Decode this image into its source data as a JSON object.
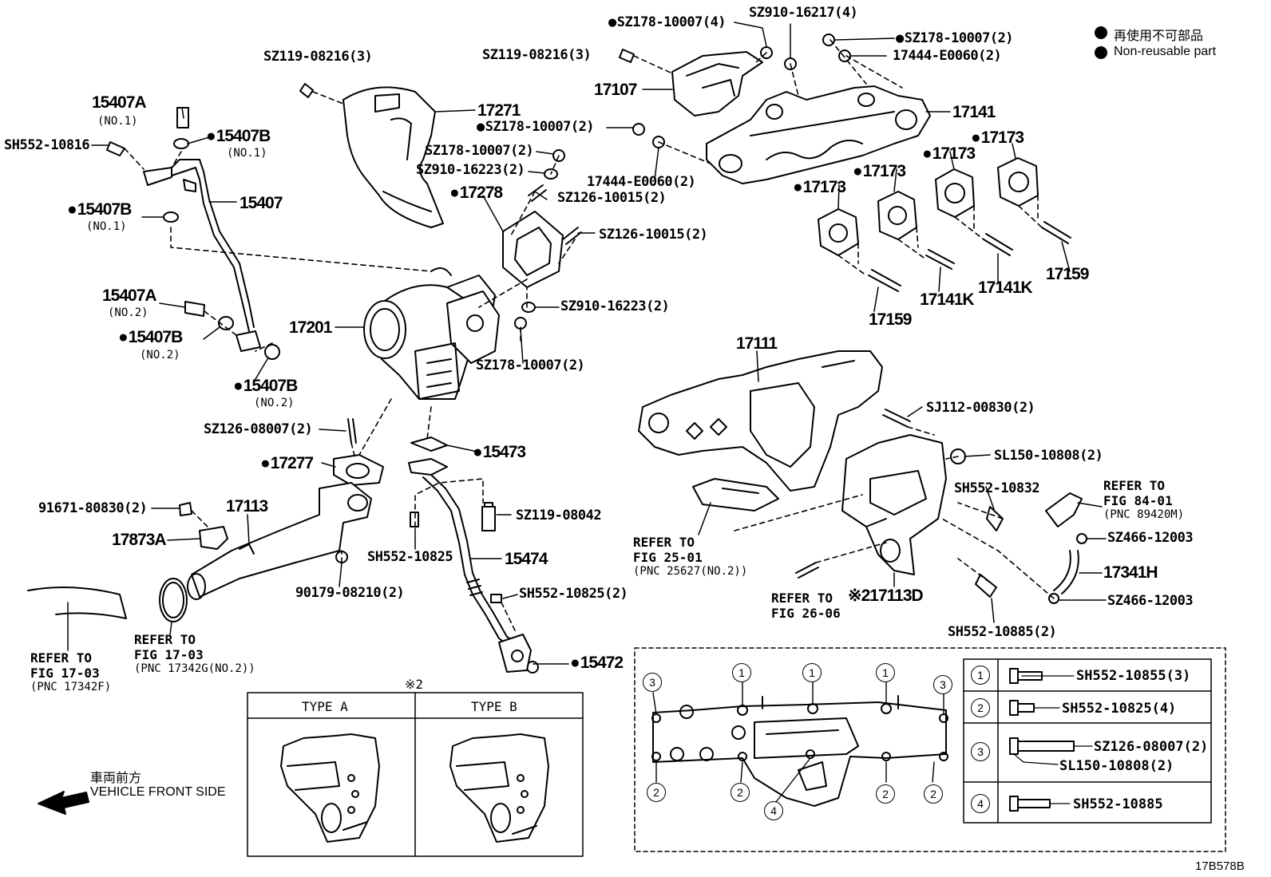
{
  "legend": {
    "jp": "再使用不可部品",
    "en": "Non-reusable part"
  },
  "code": "17B578B",
  "front": {
    "jp": "車両前方",
    "en": "VEHICLE FRONT SIDE"
  },
  "note2": "※2",
  "types": {
    "a": "TYPE A",
    "b": "TYPE B"
  },
  "labels": {
    "sz178_4": "SZ178-10007(4)",
    "sz910_4": "SZ910-16217(4)",
    "sz178_2a": "SZ178-10007(2)",
    "e0060_a": "17444-E0060(2)",
    "sz119_3a": "SZ119-08216(3)",
    "sz119_3b": "SZ119-08216(3)",
    "p17107": "17107",
    "p17141": "17141",
    "p17271": "17271",
    "sz178_2b": "SZ178-10007(2)",
    "sz178_2c": "SZ178-10007(2)",
    "sz910_2a": "SZ910-16223(2)",
    "e0060_b": "17444-E0060(2)",
    "p17173a": "17173",
    "p17173b": "17173",
    "p17173c": "17173",
    "p17173d": "17173",
    "p17278": "17278",
    "sz126_a": "SZ126-10015(2)",
    "sz126_b": "SZ126-10015(2)",
    "p17159a": "17159",
    "p17159b": "17159",
    "p17141k_a": "17141K",
    "p17141k_b": "17141K",
    "p15407a1": "15407A",
    "no1a": "(NO.1)",
    "p15407b1": "15407B",
    "no1b": "(NO.1)",
    "sh552_10816": "SH552-10816",
    "p15407": "15407",
    "p15407b2": "15407B",
    "no1c": "(NO.1)",
    "p15407a2": "15407A",
    "no2a": "(NO.2)",
    "p15407b3": "15407B",
    "no2b": "(NO.2)",
    "p15407b4": "15407B",
    "no2c": "(NO.2)",
    "p17201": "17201",
    "sz910_2b": "SZ910-16223(2)",
    "sz178_2d": "SZ178-10007(2)",
    "p17111": "17111",
    "sj112": "SJ112-00830(2)",
    "sl150": "SL150-10808(2)",
    "sh552_10832": "SH552-10832",
    "sz126_08007": "SZ126-08007(2)",
    "p17277": "17277",
    "p15473": "15473",
    "p91671": "91671-80830(2)",
    "p17113": "17113",
    "p17873a": "17873A",
    "sz119_08042": "SZ119-08042",
    "sh552_10825": "SH552-10825",
    "p15474": "15474",
    "p90179": "90179-08210(2)",
    "sh552_10825_2": "SH552-10825(2)",
    "p15472": "15472",
    "sz466a": "SZ466-12003",
    "p17341h": "17341H",
    "sz466b": "SZ466-12003",
    "p17113d": "※217113D",
    "sh552_10885_2": "SH552-10885(2)"
  },
  "refs": {
    "r84": {
      "l1": "REFER TO",
      "l2": "FIG 84-01",
      "l3": "(PNC 89420M)"
    },
    "r25": {
      "l1": "REFER TO",
      "l2": "FIG 25-01",
      "l3": "(PNC 25627(NO.2))"
    },
    "r26": {
      "l1": "REFER TO",
      "l2": "FIG 26-06"
    },
    "r17a": {
      "l1": "REFER TO",
      "l2": "FIG 17-03",
      "l3": "(PNC 17342G(NO.2))"
    },
    "r17b": {
      "l1": "REFER TO",
      "l2": "FIG 17-03",
      "l3": "(PNC 17342F)"
    }
  },
  "key": [
    {
      "n": "1",
      "part": "SH552-10855(3)"
    },
    {
      "n": "2",
      "part": "SH552-10825(4)"
    },
    {
      "n": "3",
      "part": "SZ126-08007(2)",
      "part2": "SL150-10808(2)"
    },
    {
      "n": "4",
      "part": "SH552-10885"
    }
  ],
  "flange": {
    "c1": "1",
    "c2": "1",
    "c3": "1",
    "c4": "3",
    "c5": "3",
    "c6": "2",
    "c7": "2",
    "c8": "2",
    "c9": "2",
    "c10": "4"
  }
}
